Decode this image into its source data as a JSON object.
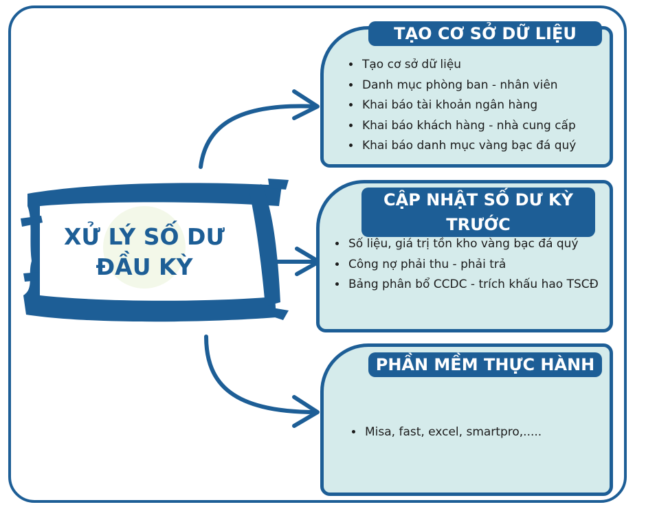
{
  "center": {
    "line1": "XỬ LÝ SỐ DƯ",
    "line2": "ĐẦU KỲ"
  },
  "cards": [
    {
      "title": "TẠO CƠ SỞ DỮ LIỆU",
      "items": [
        "Tạo cơ sở dữ liệu",
        "Danh mục phòng ban - nhân viên",
        "Khai báo tài khoản ngân hàng",
        "Khai báo khách hàng - nhà cung cấp",
        "Khai báo danh mục vàng bạc đá quý"
      ]
    },
    {
      "title": "CẬP NHẬT SỐ DƯ KỲ TRƯỚC",
      "items": [
        "Số liệu, giá trị tồn kho vàng bạc đá quý",
        "Công nợ phải thu - phải trả",
        "Bảng phân bổ CCDC - trích khấu hao TSCĐ"
      ]
    },
    {
      "title": "PHẦN MỀM THỰC HÀNH",
      "items": [
        "Misa, fast, excel, smartpro,....."
      ]
    }
  ],
  "colors": {
    "primary": "#1d5e96",
    "card_fill": "#d5ebeb"
  }
}
